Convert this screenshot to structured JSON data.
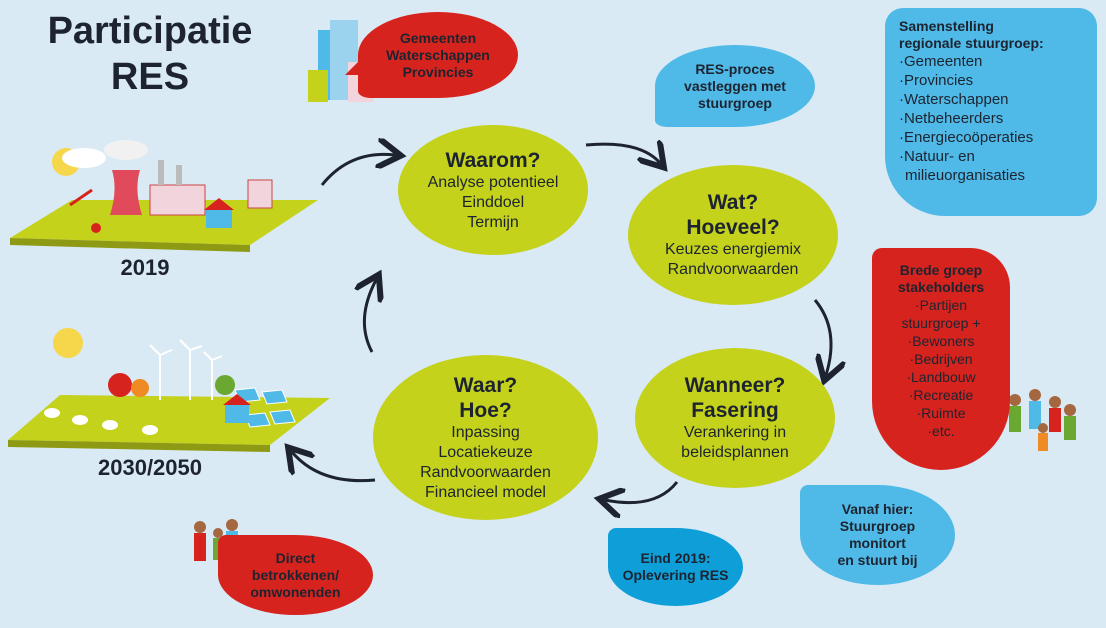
{
  "title": [
    "Participatie",
    "RES"
  ],
  "years": {
    "current": "2019",
    "future": "2030/2050"
  },
  "bubbles": {
    "gemeenten": [
      "Gemeenten",
      "Waterschappen",
      "Provincies"
    ],
    "res_proces": [
      "RES-proces",
      "vastleggen met",
      "stuurgroep"
    ],
    "samenstelling": {
      "heading": [
        "Samenstelling",
        "regionale stuurgroep:"
      ],
      "items": [
        "·Gemeenten",
        "·Provincies",
        "·Waterschappen",
        "·Netbeheerders",
        "·Energiecoöperaties",
        "·Natuur- en",
        "milieuorganisaties"
      ]
    },
    "brede_groep": {
      "heading": [
        "Brede groep",
        "stakeholders"
      ],
      "items": [
        "·Partijen",
        "stuurgroep +",
        "·Bewoners",
        "·Bedrijven",
        "·Landbouw",
        "·Recreatie",
        "·Ruimte",
        "·etc."
      ]
    },
    "vanaf_hier": [
      "Vanaf hier:",
      "Stuurgroep",
      "monitort",
      "en stuurt bij"
    ],
    "eind_2019": [
      "Eind 2019:",
      "Oplevering RES"
    ],
    "direct": [
      "Direct",
      "betrokkenen/",
      "omwonenden"
    ]
  },
  "ellipses": {
    "waarom": {
      "heading": [
        "Waarom?"
      ],
      "lines": [
        "Analyse potentieel",
        "Einddoel",
        "Termijn"
      ]
    },
    "wat": {
      "heading": [
        "Wat?",
        "Hoeveel?"
      ],
      "lines": [
        "Keuzes energiemix",
        "Randvoorwaarden"
      ]
    },
    "wanneer": {
      "heading": [
        "Wanneer?",
        "Fasering"
      ],
      "lines": [
        "Verankering in",
        "beleidsplannen"
      ]
    },
    "waar": {
      "heading": [
        "Waar?",
        "Hoe?"
      ],
      "lines": [
        "Inpassing",
        "Locatiekeuze",
        "Randvoorwaarden",
        "Financieel model"
      ]
    }
  },
  "colors": {
    "background": "#d9eaf4",
    "ellipse": "#c4d21c",
    "red": "#d7231e",
    "blue": "#4fb9e7",
    "text": "#1d2430"
  }
}
